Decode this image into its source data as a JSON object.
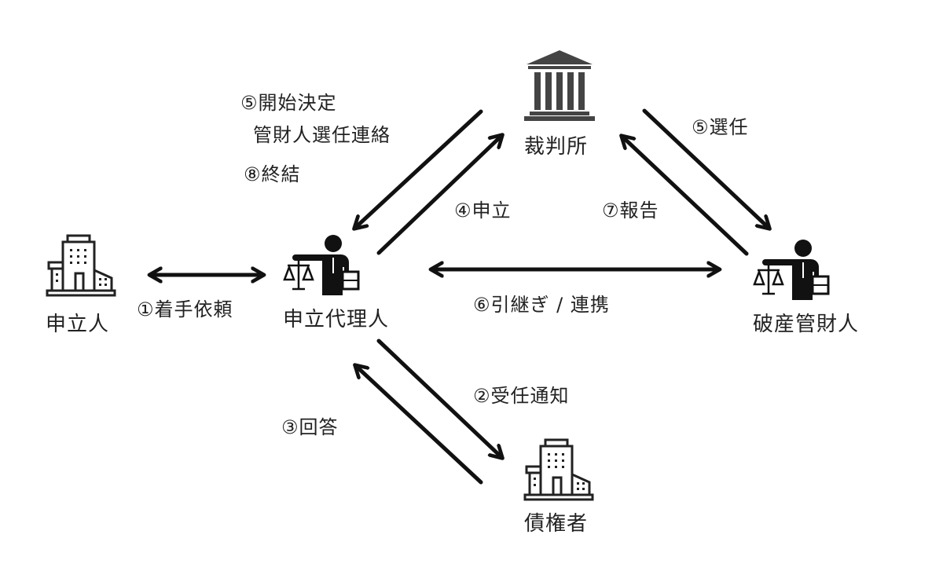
{
  "diagram": {
    "type": "flow",
    "nodes": {
      "court": {
        "label": "裁判所",
        "icon": "courthouse-icon"
      },
      "applicant": {
        "label": "申立人",
        "icon": "building-icon"
      },
      "agent": {
        "label": "申立代理人",
        "icon": "lawyer-icon"
      },
      "trustee": {
        "label": "破産管財人",
        "icon": "lawyer-icon"
      },
      "creditor": {
        "label": "債権者",
        "icon": "building-icon"
      }
    },
    "edges": [
      {
        "id": "1",
        "from": "applicant",
        "to": "agent",
        "direction": "both",
        "label": "①着手依頼"
      },
      {
        "id": "2",
        "from": "agent",
        "to": "creditor",
        "direction": "forward",
        "label": "②受任通知"
      },
      {
        "id": "3",
        "from": "creditor",
        "to": "agent",
        "direction": "forward",
        "label": "③回答"
      },
      {
        "id": "4",
        "from": "agent",
        "to": "court",
        "direction": "forward",
        "label": "④申立"
      },
      {
        "id": "5a",
        "from": "court",
        "to": "agent",
        "direction": "forward",
        "label_lines": [
          "⑤開始決定",
          "管財人選任連絡",
          "⑧終結"
        ]
      },
      {
        "id": "5b",
        "from": "court",
        "to": "trustee",
        "direction": "forward",
        "label": "⑤選任"
      },
      {
        "id": "6",
        "from": "agent",
        "to": "trustee",
        "direction": "both",
        "label": "⑥引継ぎ / 連携"
      },
      {
        "id": "7",
        "from": "trustee",
        "to": "court",
        "direction": "forward",
        "label": "⑦報告"
      }
    ]
  }
}
